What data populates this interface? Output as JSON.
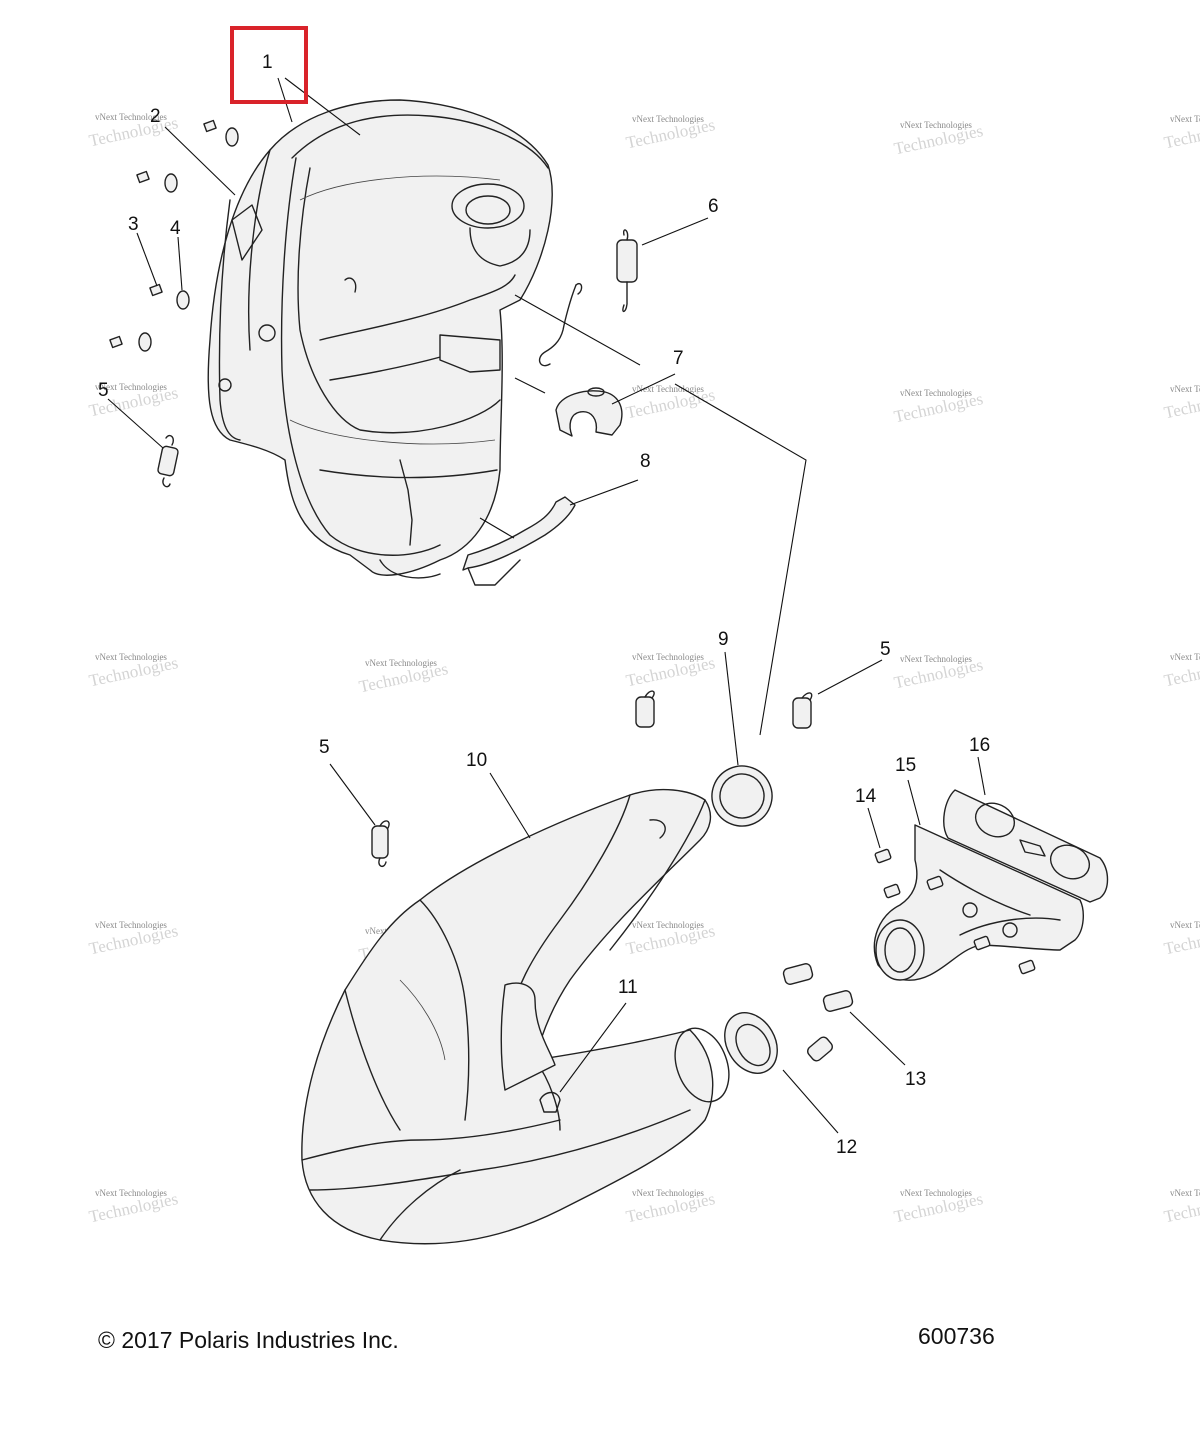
{
  "callouts": {
    "c1": "1",
    "c2": "2",
    "c3": "3",
    "c4": "4",
    "c5a": "5",
    "c5b": "5",
    "c5c": "5",
    "c6": "6",
    "c7": "7",
    "c8": "8",
    "c9": "9",
    "c10": "10",
    "c11": "11",
    "c12": "12",
    "c13": "13",
    "c14": "14",
    "c15": "15",
    "c16": "16"
  },
  "watermark": {
    "line1": "vNext Technologies",
    "line2": "Technologies"
  },
  "footer": {
    "copyright": "© 2017 Polaris Industries Inc.",
    "drawing_number": "600736"
  },
  "highlight": {
    "target": "1",
    "color": "#d9232a"
  }
}
